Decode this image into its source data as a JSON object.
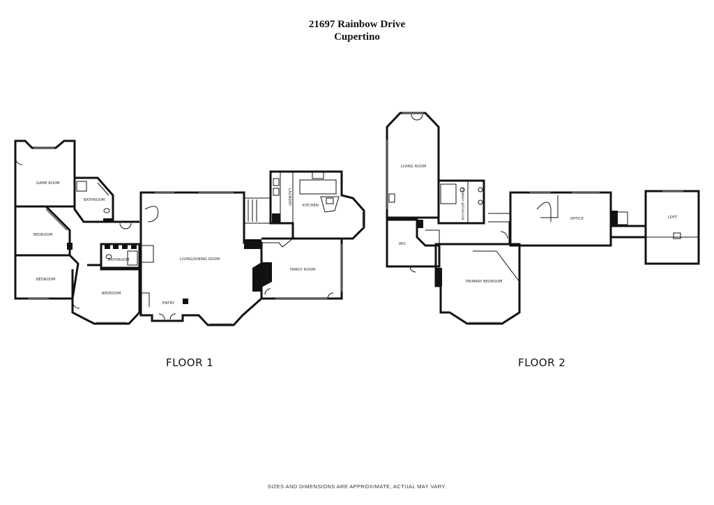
{
  "header": {
    "address": "21697 Rainbow Drive",
    "city": "Cupertino"
  },
  "floors": [
    {
      "label": "FLOOR 1",
      "rooms": [
        "GAME ROOM",
        "BATHROOM",
        "BEDROOM",
        "BEDROOM",
        "BATHROOM",
        "BEDROOM",
        "LIVING/DINING ROOM",
        "ENTRY",
        "LAUNDRY",
        "KITCHEN",
        "FAMILY ROOM"
      ]
    },
    {
      "label": "FLOOR 2",
      "rooms": [
        "LIVING ROOM",
        "PRIMARY BATHROOM",
        "WIC",
        "PRIMARY BEDROOM",
        "OFFICE",
        "LOFT"
      ]
    }
  ],
  "footer": {
    "disclaimer": "SIZES AND DIMENSIONS ARE APPROXIMATE, ACTUAL MAY VARY."
  }
}
